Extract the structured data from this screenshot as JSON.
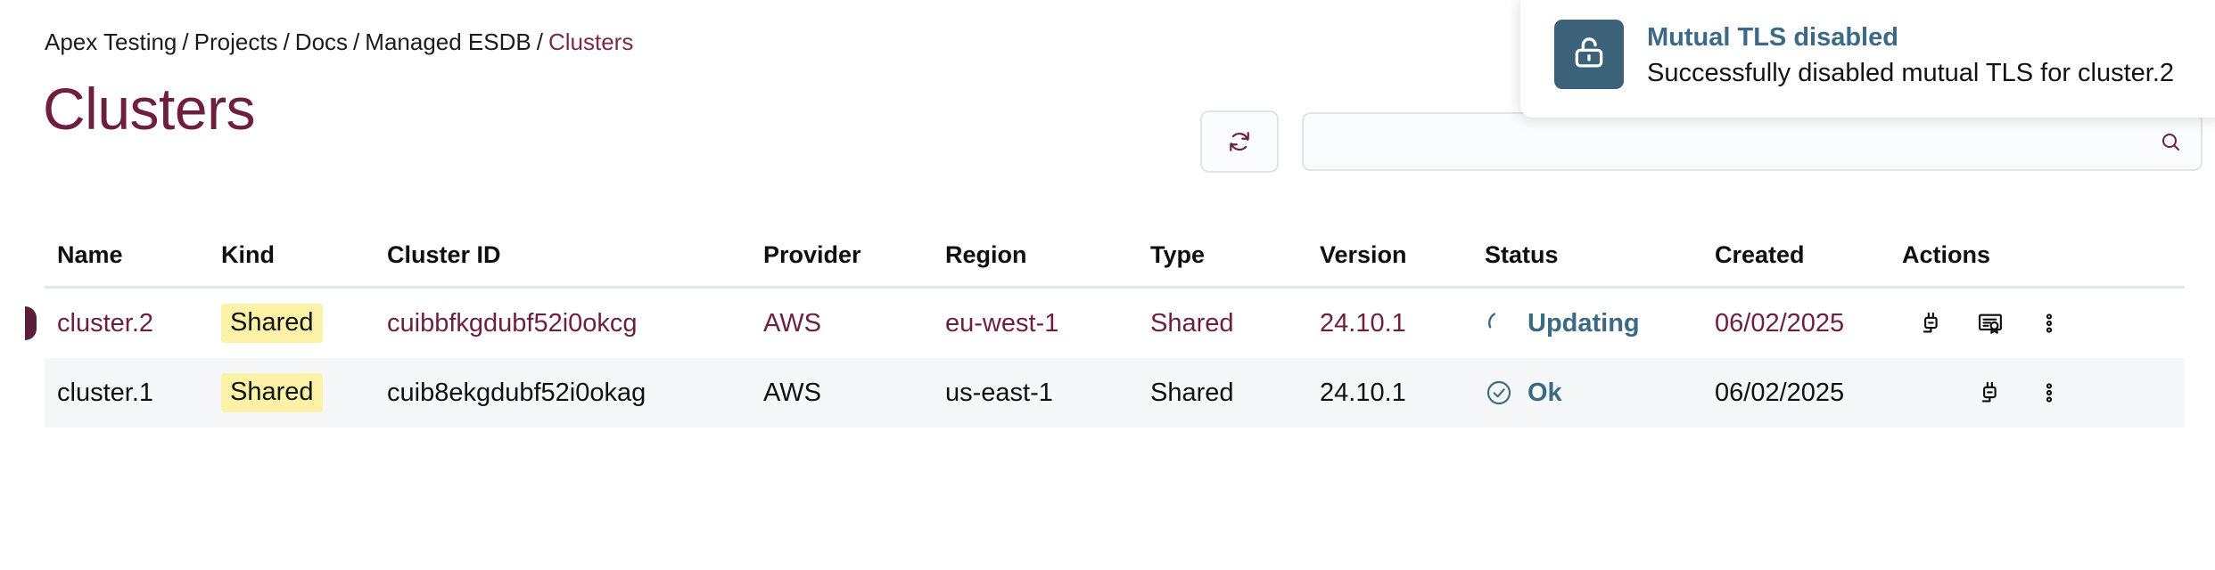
{
  "breadcrumb": {
    "separator": "/",
    "items": [
      {
        "label": "Apex Testing",
        "current": false
      },
      {
        "label": "Projects",
        "current": false
      },
      {
        "label": "Docs",
        "current": false
      },
      {
        "label": "Managed ESDB",
        "current": false
      },
      {
        "label": "Clusters",
        "current": true
      }
    ]
  },
  "page": {
    "title": "Clusters",
    "title_color": "#6e1f3d",
    "accent_color": "#6e1f3d",
    "row_highlight_color": "#5c1f39",
    "pill_color": "#fbf2a8",
    "status_color": "#3b6a82"
  },
  "toolbar": {
    "refresh_button_icon": "refresh-icon",
    "search_input_icon": "search-icon",
    "search_placeholder": ""
  },
  "table": {
    "columns": [
      "Name",
      "Kind",
      "Cluster ID",
      "Provider",
      "Region",
      "Type",
      "Version",
      "Status",
      "Created",
      "Actions"
    ],
    "rows": [
      {
        "name": "cluster.2",
        "kind": "Shared",
        "cluster_id": "cuibbfkgdubf52i0okcg",
        "provider": "AWS",
        "region": "eu-west-1",
        "type": "Shared",
        "version": "24.10.1",
        "status": "Updating",
        "status_icon": "spinner-icon",
        "created": "06/02/2025",
        "selected": true,
        "actions": [
          "plug-icon",
          "certificate-icon",
          "vertical-dots-icon"
        ]
      },
      {
        "name": "cluster.1",
        "kind": "Shared",
        "cluster_id": "cuib8ekgdubf52i0okag",
        "provider": "AWS",
        "region": "us-east-1",
        "type": "Shared",
        "version": "24.10.1",
        "status": "Ok",
        "status_icon": "check-circle-icon",
        "created": "06/02/2025",
        "selected": false,
        "actions": [
          "plug-icon",
          "vertical-dots-icon"
        ]
      }
    ]
  },
  "toast": {
    "icon": "unlock-icon",
    "icon_background": "#3b6279",
    "title": "Mutual TLS disabled",
    "message": "Successfully disabled mutual TLS for cluster.2"
  }
}
